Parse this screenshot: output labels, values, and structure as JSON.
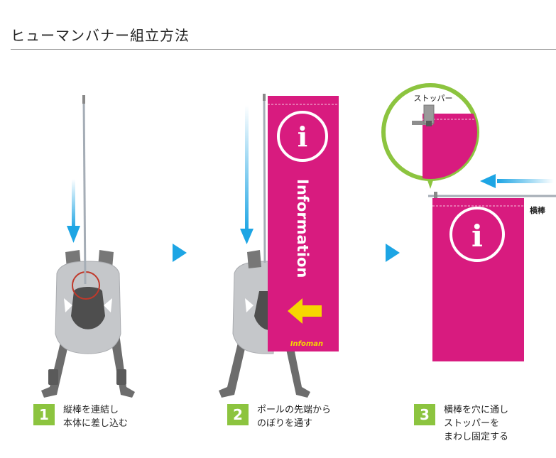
{
  "page": {
    "title": "ヒューマンバナー組立方法"
  },
  "panels": {
    "banner_symbol": "i",
    "banner_text": "Information",
    "banner_brand": "Infoman",
    "stopper_label": "ストッパー",
    "crossbar_label": "横棒"
  },
  "steps": [
    {
      "num": "1",
      "lines": [
        "縦棒を連結し",
        "本体に差し込む"
      ]
    },
    {
      "num": "2",
      "lines": [
        "ポールの先端から",
        "のぼりを通す"
      ]
    },
    {
      "num": "3",
      "lines": [
        "横棒を穴に通し",
        "ストッパーを",
        "まわし固定する"
      ]
    }
  ],
  "colors": {
    "banner": "#d81b7f",
    "arrow": "#1da5e4",
    "accent": "#8cc43f",
    "yellow": "#f6d600"
  }
}
